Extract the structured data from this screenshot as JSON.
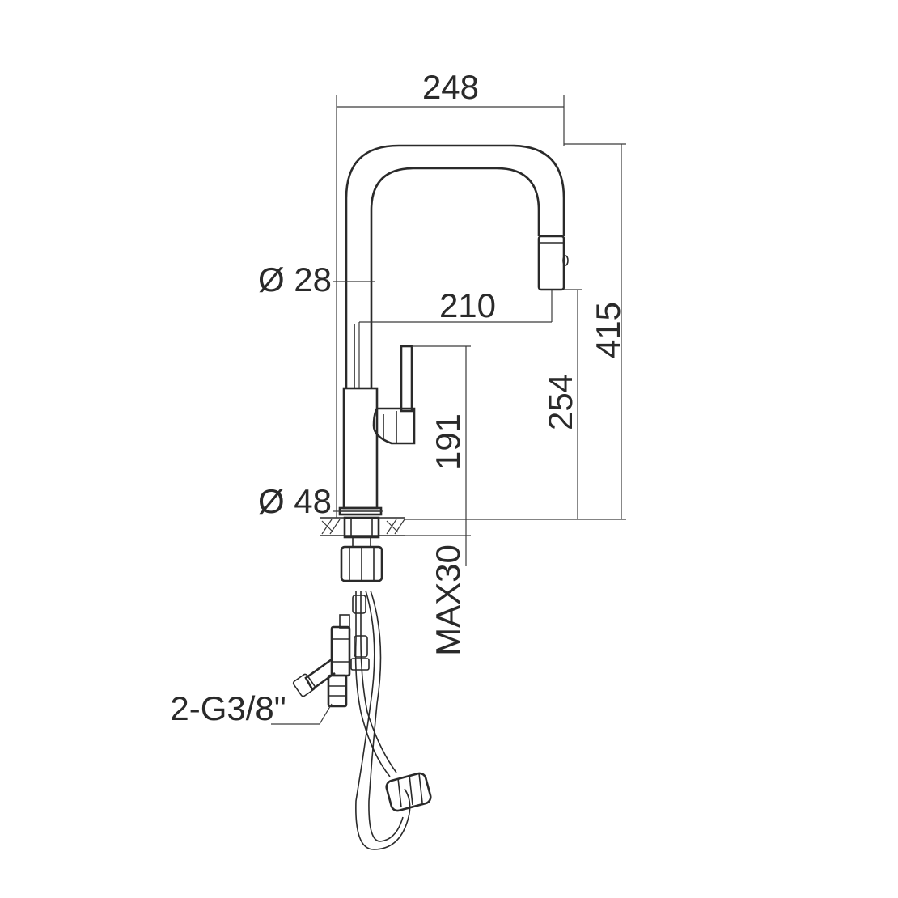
{
  "dimensions": {
    "overall_width": "248",
    "spout_diameter": "Ø 28",
    "spout_reach": "210",
    "overall_height": "415",
    "spout_height": "254",
    "lever_height": "191",
    "base_diameter": "Ø 48",
    "max_deck_thickness": "MAX30",
    "inlet_connections": "2-G3/8\""
  },
  "colors": {
    "line": "#2a2a2a",
    "background": "#ffffff"
  }
}
